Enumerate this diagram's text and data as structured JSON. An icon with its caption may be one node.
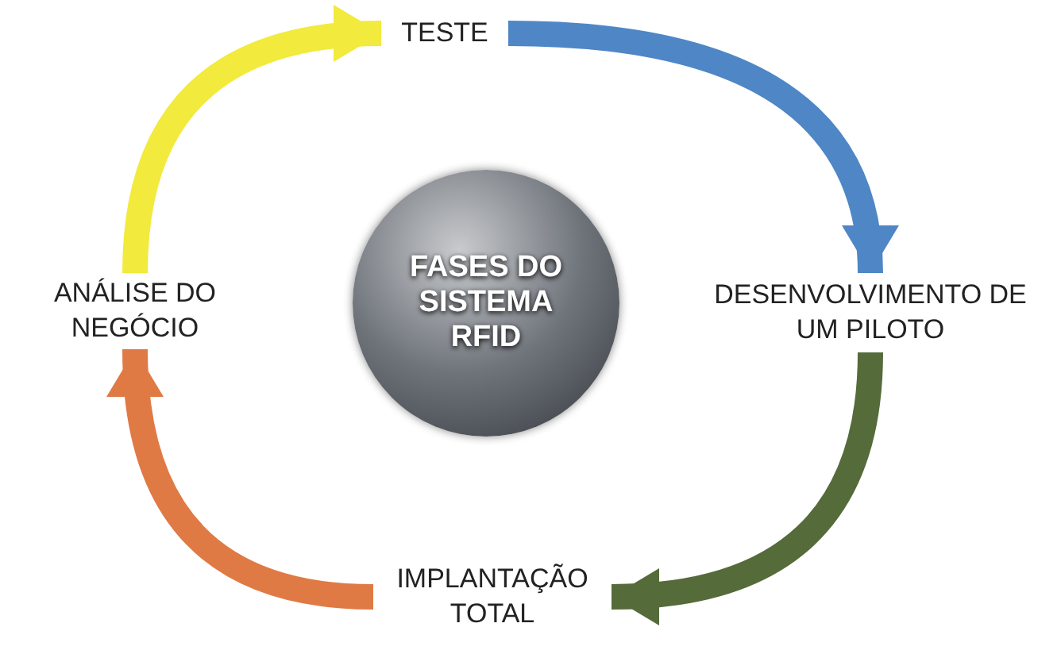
{
  "diagram": {
    "nodes": [
      {
        "text": [
          "FASES DO SISTEMA RFID"
        ]
      },
      {
        "text": [
          "TESTE"
        ]
      },
      {
        "text": [
          "DESENVOLVIMENTO DE UM PILOTO"
        ]
      },
      {
        "text": [
          "IMPLANTAÇÃO TOTAL"
        ]
      },
      {
        "text": [
          "ANÁLISE DO NEGÓCIO"
        ]
      }
    ],
    "edges": [
      {
        "from": 4,
        "to": 1,
        "arrow": "to",
        "color": "#f2ea3c"
      },
      {
        "from": 1,
        "to": 2,
        "arrow": "to",
        "color": "#4f86c6"
      },
      {
        "from": 2,
        "to": 3,
        "arrow": "to",
        "color": "#556b3a"
      },
      {
        "from": 3,
        "to": 4,
        "arrow": "to",
        "color": "#e07a45"
      }
    ]
  }
}
